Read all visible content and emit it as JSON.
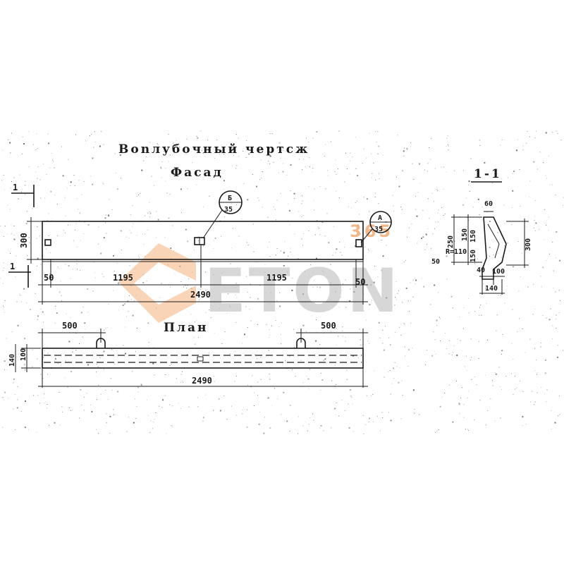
{
  "titles": {
    "main": "Bonлубочный чертсж",
    "facade": "Фасад",
    "plan": "План",
    "section": "1-1"
  },
  "section_marker": {
    "label": "1"
  },
  "callouts": {
    "b": {
      "letter": "Б",
      "sheet": "35"
    },
    "a": {
      "letter": "А",
      "sheet": "35"
    }
  },
  "facade_dims": {
    "height": "300",
    "left_edge": "50",
    "left_span": "1195",
    "right_span": "1195",
    "right_edge": "50",
    "total": "2490"
  },
  "plan_dims": {
    "left_offset": "500",
    "right_offset": "500",
    "total": "2490",
    "depth_outer": "140",
    "depth_inner": "100"
  },
  "section_dims": {
    "top": "60",
    "h250": "250",
    "h150a": "150",
    "h150b": "150",
    "h300": "300",
    "radius": "R=110",
    "h50": "50",
    "h150c": "150",
    "base_inner": "100",
    "base_outer": "140",
    "small": "40"
  },
  "watermark": {
    "text": "ETON",
    "sub": "365"
  }
}
